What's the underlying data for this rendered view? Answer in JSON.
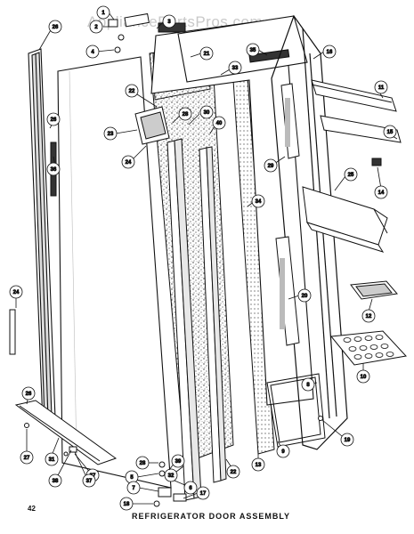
{
  "watermark": "AppliancePartsPros.com",
  "title": "REFRIGERATOR DOOR ASSEMBLY",
  "page_number": "42",
  "callouts": [
    "1",
    "2",
    "3",
    "4",
    "5",
    "6",
    "7",
    "8",
    "9",
    "10",
    "11",
    "12",
    "13",
    "14",
    "15",
    "16",
    "17",
    "18",
    "19",
    "20",
    "21",
    "22",
    "23",
    "24",
    "25",
    "26",
    "27",
    "28",
    "29",
    "30",
    "31",
    "32",
    "33",
    "34",
    "35",
    "36",
    "37",
    "38",
    "39",
    "40"
  ]
}
